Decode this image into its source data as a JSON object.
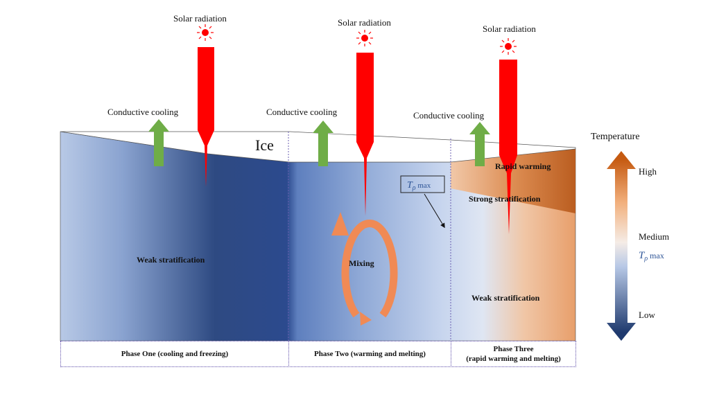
{
  "phases": [
    {
      "solar_label": "Solar radiation",
      "cooling_label": "Conductive cooling",
      "name": "Phase One (cooling and freezing)",
      "name_line2": ""
    },
    {
      "solar_label": "Solar radiation",
      "cooling_label": "Conductive cooling",
      "name": "Phase Two (warming and melting)",
      "name_line2": ""
    },
    {
      "solar_label": "Solar radiation",
      "cooling_label": "Conductive cooling",
      "name": "Phase Three",
      "name_line2": "(rapid warming and melting)"
    }
  ],
  "labels": {
    "ice": "Ice",
    "weak_stratification_1": "Weak stratification",
    "mixing": "Mixing",
    "t_max_symbol": "T",
    "t_max_sub": "ρ",
    "t_max_suffix": " max",
    "rapid_warming": "Rapid warming",
    "strong_stratification": "Strong stratification",
    "weak_stratification_3": "Weak stratification"
  },
  "legend": {
    "title": "Temperature",
    "high": "High",
    "medium": "Medium",
    "t_max_symbol": "T",
    "t_max_sub": "ρ",
    "t_max_suffix": " max",
    "low": "Low"
  },
  "colors": {
    "solar_red": "#ff0000",
    "cooling_green": "#6fad47",
    "mixing_orange": "#f08a55",
    "warm_brown": "#c55a11",
    "cold_navy": "#1f3a6e",
    "tmax_blue": "#2e5597"
  }
}
